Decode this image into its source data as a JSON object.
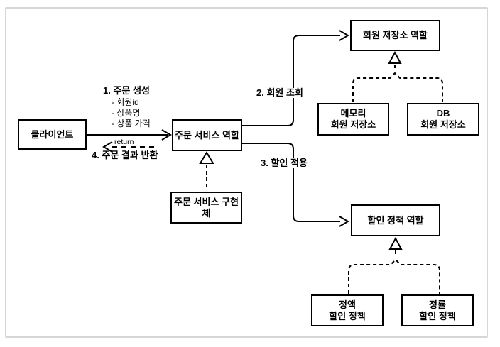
{
  "diagram_title": "order-service-roles-diagram",
  "colors": {
    "line": "#000000",
    "frame_border": "#d6d6d6",
    "box_background": "#ffffff",
    "text": "#000000"
  },
  "boxes": {
    "client": "클라이언트",
    "order_service_role": "주문 서비스 역할",
    "member_repository_role": "회원 저장소 역할",
    "memory_member_repository": "메모리\n회원 저장소",
    "db_member_repository": "DB\n회원 저장소",
    "order_service_impl": "주문 서비스 구현체",
    "discount_policy_role": "할인 정책 역할",
    "fixed_discount_policy": "정액\n할인 정책",
    "rate_discount_policy": "정률\n할인 정책"
  },
  "edge_labels": {
    "step1": "1. 주문 생성",
    "step1_params": [
      "- 회원id",
      "- 상품명",
      "- 상품 가격"
    ],
    "return_label": "return",
    "step4": "4. 주문 결과 반환",
    "step2": "2. 회원 조회",
    "step3": "3. 할인 적용"
  }
}
